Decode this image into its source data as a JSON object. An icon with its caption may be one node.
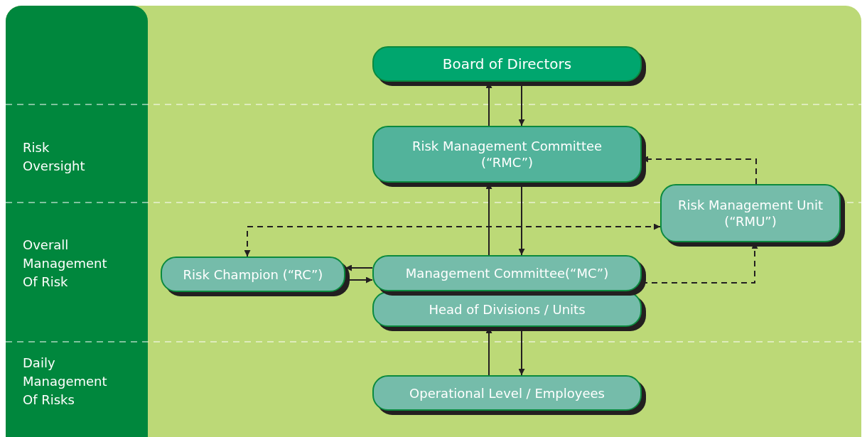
{
  "diagram": {
    "nodes": [
      {
        "text": [
          "Board of Directors"
        ]
      },
      {
        "text": [
          "Risk Management Committee (“RMC”)"
        ]
      },
      {
        "text": [
          "Risk Management Unit (“RMU”)"
        ]
      },
      {
        "text": [
          "Risk Champion (“RC”)"
        ]
      },
      {
        "text": [
          "Management Committee(“MC”)"
        ]
      },
      {
        "text": [
          "Head of Divisions / Units"
        ]
      },
      {
        "text": [
          "Operational Level / Employees"
        ]
      }
    ],
    "edges": [
      {
        "from": 6,
        "to": 5,
        "arrow": "to"
      },
      {
        "from": 5,
        "to": 6,
        "arrow": "to"
      },
      {
        "from": 4,
        "to": 1,
        "arrow": "to"
      },
      {
        "from": 1,
        "to": 4,
        "arrow": "to"
      },
      {
        "from": 1,
        "to": 0,
        "arrow": "to"
      },
      {
        "from": 0,
        "to": 1,
        "arrow": "to"
      },
      {
        "from": 4,
        "to": 3,
        "arrow": "to"
      },
      {
        "from": 3,
        "to": 4,
        "arrow": "to"
      },
      {
        "from": 3,
        "to": 2,
        "arrow": "both",
        "style": "dashed"
      },
      {
        "from": 2,
        "to": 1,
        "arrow": "to",
        "style": "dashed"
      },
      {
        "from": 4,
        "to": 2,
        "arrow": "to",
        "style": "dashed"
      }
    ],
    "labels": [
      "Risk Oversight",
      "Overall Management Of Risk",
      "Daily Management Of Risks"
    ]
  }
}
